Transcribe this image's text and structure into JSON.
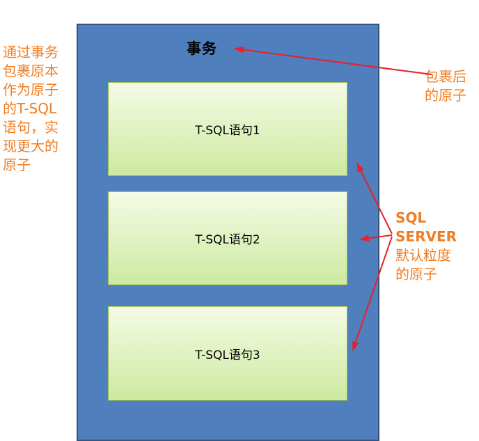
{
  "diagram": {
    "title": "事务",
    "statements": [
      {
        "label": "T-SQL语句1"
      },
      {
        "label": "T-SQL语句2"
      },
      {
        "label": "T-SQL语句3"
      }
    ],
    "left_note": {
      "lines": [
        "通过事务",
        "包裹原本",
        "作为原子",
        "的T-SQL",
        "语句，实",
        "现更大的",
        "原子"
      ]
    },
    "right_top_note": {
      "lines": [
        "包裹后",
        "的原子"
      ]
    },
    "right_bottom_note": {
      "lines": [
        "SQL",
        "SERVER",
        "默认粒度",
        "的原子"
      ]
    }
  },
  "colors": {
    "container_fill": "#4f7fbd",
    "statement_fill": "#e3f3c6",
    "annotation_text": "#f07d22",
    "arrow": "#e8202a"
  }
}
